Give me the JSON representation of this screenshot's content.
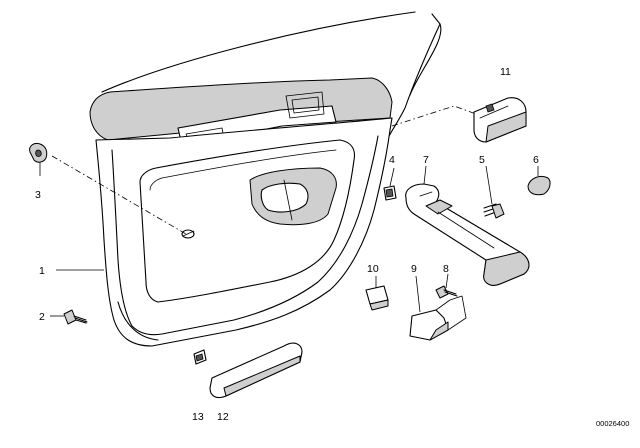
{
  "diagram": {
    "colors": {
      "background": "#ffffff",
      "line": "#000000",
      "shading": "#cfcfcf"
    },
    "labels": {
      "p1": "1",
      "p2": "2",
      "p3": "3",
      "p4": "4",
      "p5": "5",
      "p6": "6",
      "p7": "7",
      "p8": "8",
      "p9": "9",
      "p10": "10",
      "p11": "11",
      "p12": "12",
      "p13": "13"
    },
    "diagram_id": "00026400"
  }
}
